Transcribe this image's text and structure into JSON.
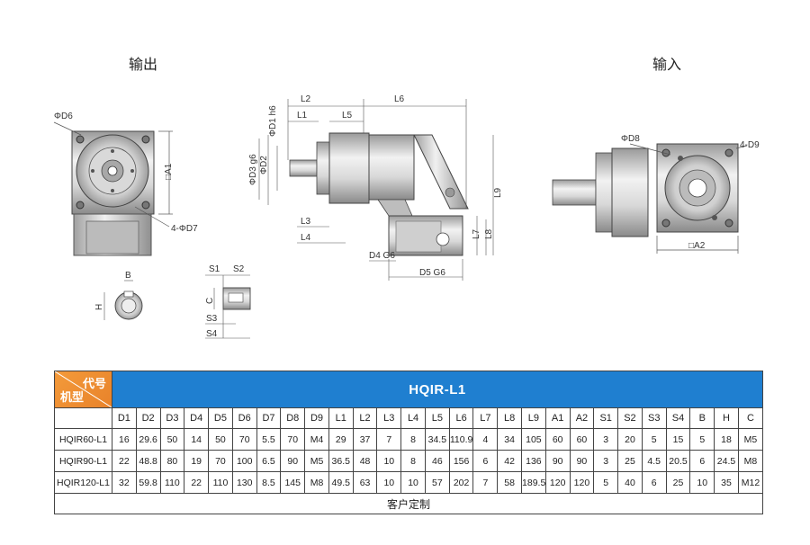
{
  "headings": {
    "output": "输出",
    "input": "输入"
  },
  "labels": {
    "phi_d6": "ΦD6",
    "a1": "□A1",
    "d7": "4-ΦD7",
    "l2": "L2",
    "l1": "L1",
    "l5": "L5",
    "l6": "L6",
    "d1": "ΦD1 h6",
    "d3": "ΦD3 g6",
    "d2": "ΦD2",
    "l3": "L3",
    "l4": "L4",
    "l7": "L7",
    "l8": "L8",
    "l9": "L9",
    "d4": "D4 G6",
    "d5": "D5 G6",
    "d8": "ΦD8",
    "d9": "4-D9",
    "a2": "□A2",
    "b": "B",
    "h": "H",
    "s1": "S1",
    "s2": "S2",
    "c": "C",
    "s3": "S3",
    "s4": "S4"
  },
  "table": {
    "corner_top": "代号",
    "corner_bottom": "机型",
    "model_title": "HQIR-L1",
    "columns": [
      "D1",
      "D2",
      "D3",
      "D4",
      "D5",
      "D6",
      "D7",
      "D8",
      "D9",
      "L1",
      "L2",
      "L3",
      "L4",
      "L5",
      "L6",
      "L7",
      "L8",
      "L9",
      "A1",
      "A2",
      "S1",
      "S2",
      "S3",
      "S4",
      "B",
      "H",
      "C"
    ],
    "rows": [
      {
        "model": "HQIR60-L1",
        "values": [
          "16",
          "29.6",
          "50",
          "14",
          "50",
          "70",
          "5.5",
          "70",
          "M4",
          "29",
          "37",
          "7",
          "8",
          "34.5",
          "110.9",
          "4",
          "34",
          "105",
          "60",
          "60",
          "3",
          "20",
          "5",
          "15",
          "5",
          "18",
          "M5"
        ]
      },
      {
        "model": "HQIR90-L1",
        "values": [
          "22",
          "48.8",
          "80",
          "19",
          "70",
          "100",
          "6.5",
          "90",
          "M5",
          "36.5",
          "48",
          "10",
          "8",
          "46",
          "156",
          "6",
          "42",
          "136",
          "90",
          "90",
          "3",
          "25",
          "4.5",
          "20.5",
          "6",
          "24.5",
          "M8"
        ]
      },
      {
        "model": "HQIR120-L1",
        "values": [
          "32",
          "59.8",
          "110",
          "22",
          "110",
          "130",
          "8.5",
          "145",
          "M8",
          "49.5",
          "63",
          "10",
          "10",
          "57",
          "202",
          "7",
          "58",
          "189.5",
          "120",
          "120",
          "5",
          "40",
          "6",
          "25",
          "10",
          "35",
          "M12"
        ]
      }
    ],
    "footer": "客户定制"
  }
}
